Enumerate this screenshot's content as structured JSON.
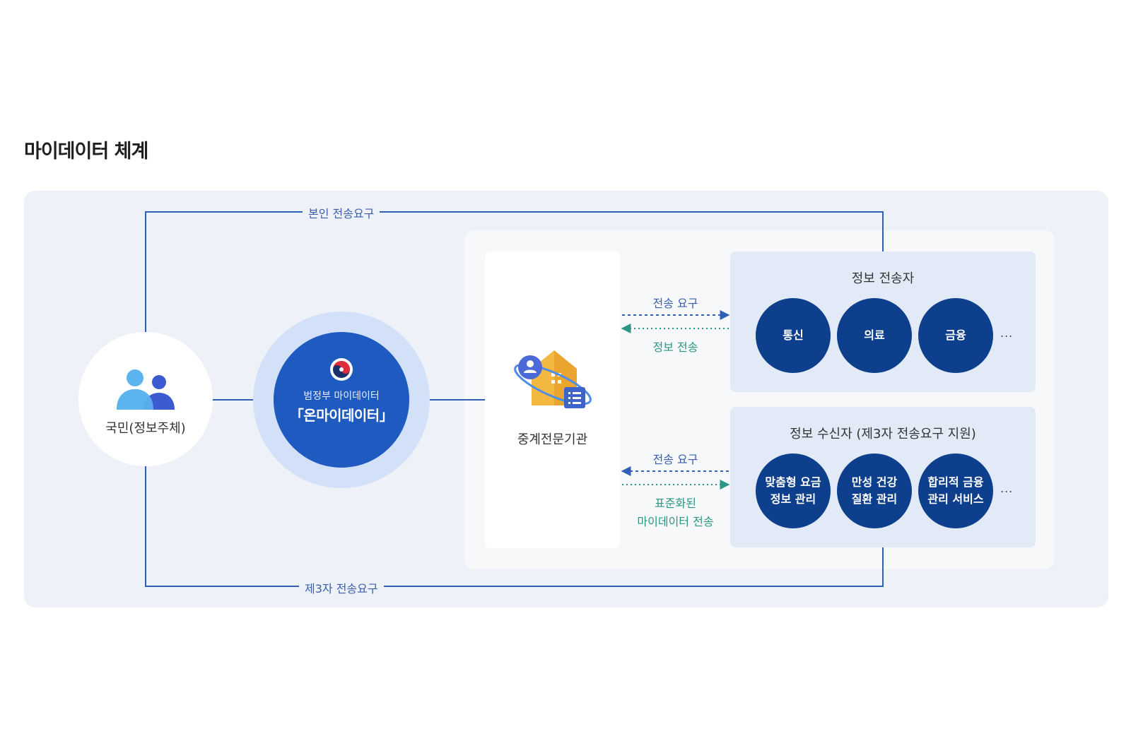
{
  "page": {
    "title": "마이데이터 체계"
  },
  "citizen": {
    "label": "국민(정보주체)",
    "icon": "people-icon"
  },
  "platform": {
    "sub_label": "범정부 마이데이터",
    "main_label": "「온마이데이터」",
    "emblem": "taegeuk-emblem-icon"
  },
  "relay": {
    "label": "중계전문기관",
    "icon": "relay-institution-icon"
  },
  "paths": {
    "self_request": "본인 전송요구",
    "third_party_request": "제3자 전송요구"
  },
  "sender": {
    "title": "정보 전송자",
    "items": [
      {
        "lines": [
          "통신"
        ]
      },
      {
        "lines": [
          "의료"
        ]
      },
      {
        "lines": [
          "금융"
        ]
      }
    ],
    "more": "..."
  },
  "receiver": {
    "title": "정보 수신자 (제3자 전송요구 지원)",
    "items": [
      {
        "lines": [
          "맞춤형 요금",
          "정보 관리"
        ]
      },
      {
        "lines": [
          "만성 건강",
          "질환 관리"
        ]
      },
      {
        "lines": [
          "합리적 금융",
          "관리 서비스"
        ]
      }
    ],
    "more": "..."
  },
  "flows": {
    "top_request": "전송 요구",
    "top_info": "정보 전송",
    "bottom_request": "전송 요구",
    "bottom_info_line1": "표준화된",
    "bottom_info_line2": "마이데이터 전송"
  },
  "colors": {
    "line_blue": "#2f5fb8",
    "flow_teal": "#2a9683",
    "dark_circle": "#0d3f8c",
    "platform_blue": "#1f5ac0"
  }
}
